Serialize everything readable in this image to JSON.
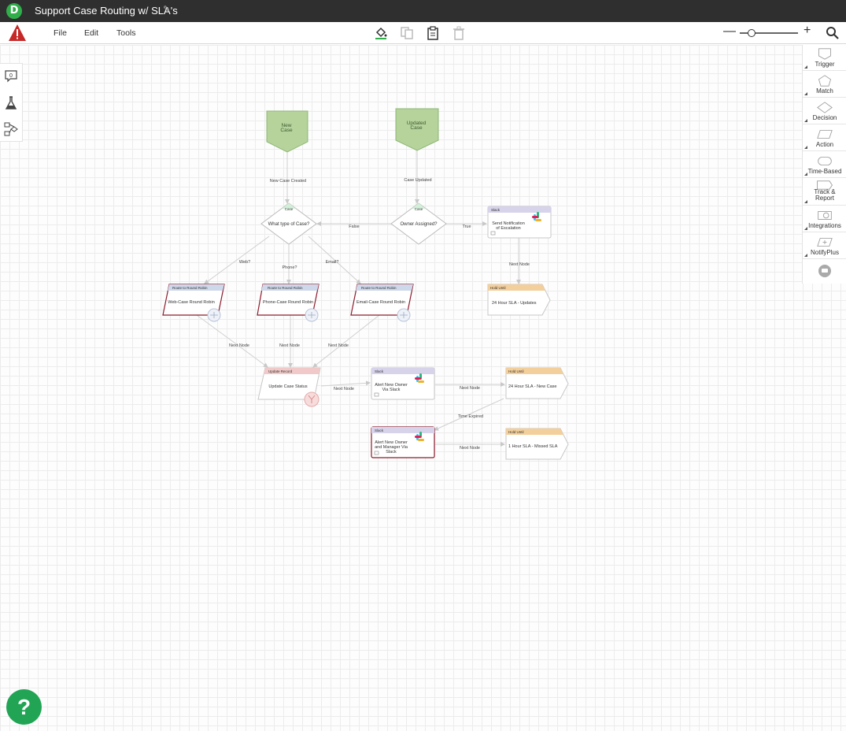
{
  "title": "Support Case Routing w/ SLA's",
  "menu": {
    "file": "File",
    "edit": "Edit",
    "tools": "Tools"
  },
  "left_tools": {
    "comment_count": "0"
  },
  "palette": [
    "Trigger",
    "Match",
    "Decision",
    "Action",
    "Time-Based",
    "Track &",
    "Report",
    "Integrations",
    "NotifyPlus"
  ],
  "help": "?",
  "colors": {
    "trigger": "#b5d39b",
    "decision": "#d2f0d8",
    "route": "#cdd8ea",
    "slack": "#d6d3ea",
    "hold": "#f3cf9c",
    "update": "#f1c9c9",
    "error_border": "#8c1c2c"
  },
  "flow": {
    "new_case": [
      "New",
      "Case"
    ],
    "updated_case": [
      "Updated",
      "Case"
    ],
    "new_case_created": "New Case Created",
    "case_updated": "Case Updated",
    "case_tag": "Case",
    "what_type": "What type of Case?",
    "owner_assigned": "Owner Assigned?",
    "false_label": "False",
    "true_label": "True",
    "slack_tag": "Slack",
    "send_notif": [
      "Send Notification",
      "of Escalation"
    ],
    "next_node": "Next Node",
    "hold_tag": "Hold Until",
    "sla_updates": "24 Hour SLA - Updates",
    "web": "Web?",
    "phone": "Phone?",
    "email": "Email?",
    "route_tag": "Route to Round Robin",
    "web_rr": "Web-Case Round Robin",
    "phone_rr": "Phone-Case Round Robin",
    "email_rr": "Email-Case Round Robin",
    "update_tag": "Update Record",
    "update_status": "Update Case Status",
    "alert_owner": [
      "Alert New Owner",
      "Via Slack"
    ],
    "sla_new": "24 Hour SLA - New Case",
    "time_expired": "Time Expired",
    "alert_mgr": [
      "Alert New Owner",
      "and Manager Via",
      "Slack"
    ],
    "sla_missed": "1 Hour SLA - Missed SLA"
  }
}
